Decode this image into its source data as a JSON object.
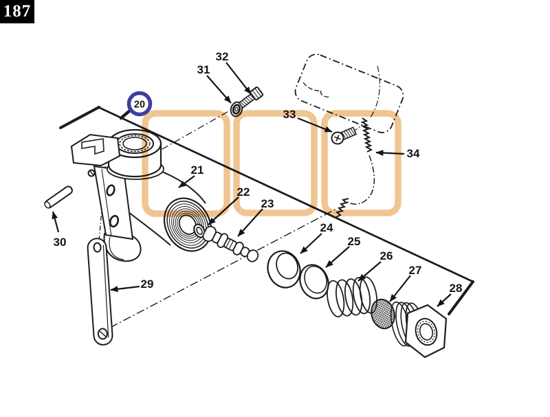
{
  "page": {
    "number": "187"
  },
  "figure": {
    "group_callout": {
      "label": "20"
    },
    "callouts": [
      {
        "label": "21"
      },
      {
        "label": "22"
      },
      {
        "label": "23"
      },
      {
        "label": "24"
      },
      {
        "label": "25"
      },
      {
        "label": "26"
      },
      {
        "label": "27"
      },
      {
        "label": "28"
      },
      {
        "label": "29"
      },
      {
        "label": "30"
      },
      {
        "label": "31"
      },
      {
        "label": "32"
      },
      {
        "label": "33"
      },
      {
        "label": "34"
      }
    ]
  },
  "colors": {
    "background": "#ffffff",
    "ink": "#1c1c1c",
    "page_number_bg": "#000000",
    "page_number_text": "#ffffff",
    "highlight_ring": "#3e3e9d",
    "watermark": "#f0c28c"
  }
}
